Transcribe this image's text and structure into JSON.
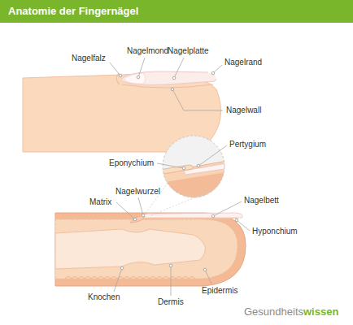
{
  "diagram": {
    "title": "Anatomie der Fingernägel",
    "labels": [
      "Nagelfalz",
      "Nagelmond",
      "Nagelplatte",
      "Nagelrand",
      "Nagelwall",
      "Pertygium",
      "Eponychium",
      "Nagelwurzel",
      "Matrix",
      "Nagelbett",
      "Hyponchium",
      "Knochen",
      "Dermis",
      "Epidermis",
      "Gesundheits",
      "wissen"
    ]
  }
}
